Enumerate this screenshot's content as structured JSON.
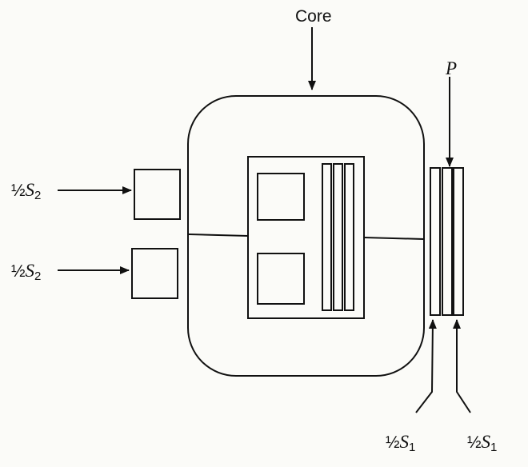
{
  "labels": {
    "core": "Core",
    "primary": "P",
    "s2_prefix": "½",
    "s2_letter": "S",
    "s2_sub": "2",
    "s1_prefix": "½",
    "s1_letter": "S",
    "s1_sub": "1"
  },
  "colors": {
    "ink": "#111111",
    "paper": "#fbfbf8"
  }
}
